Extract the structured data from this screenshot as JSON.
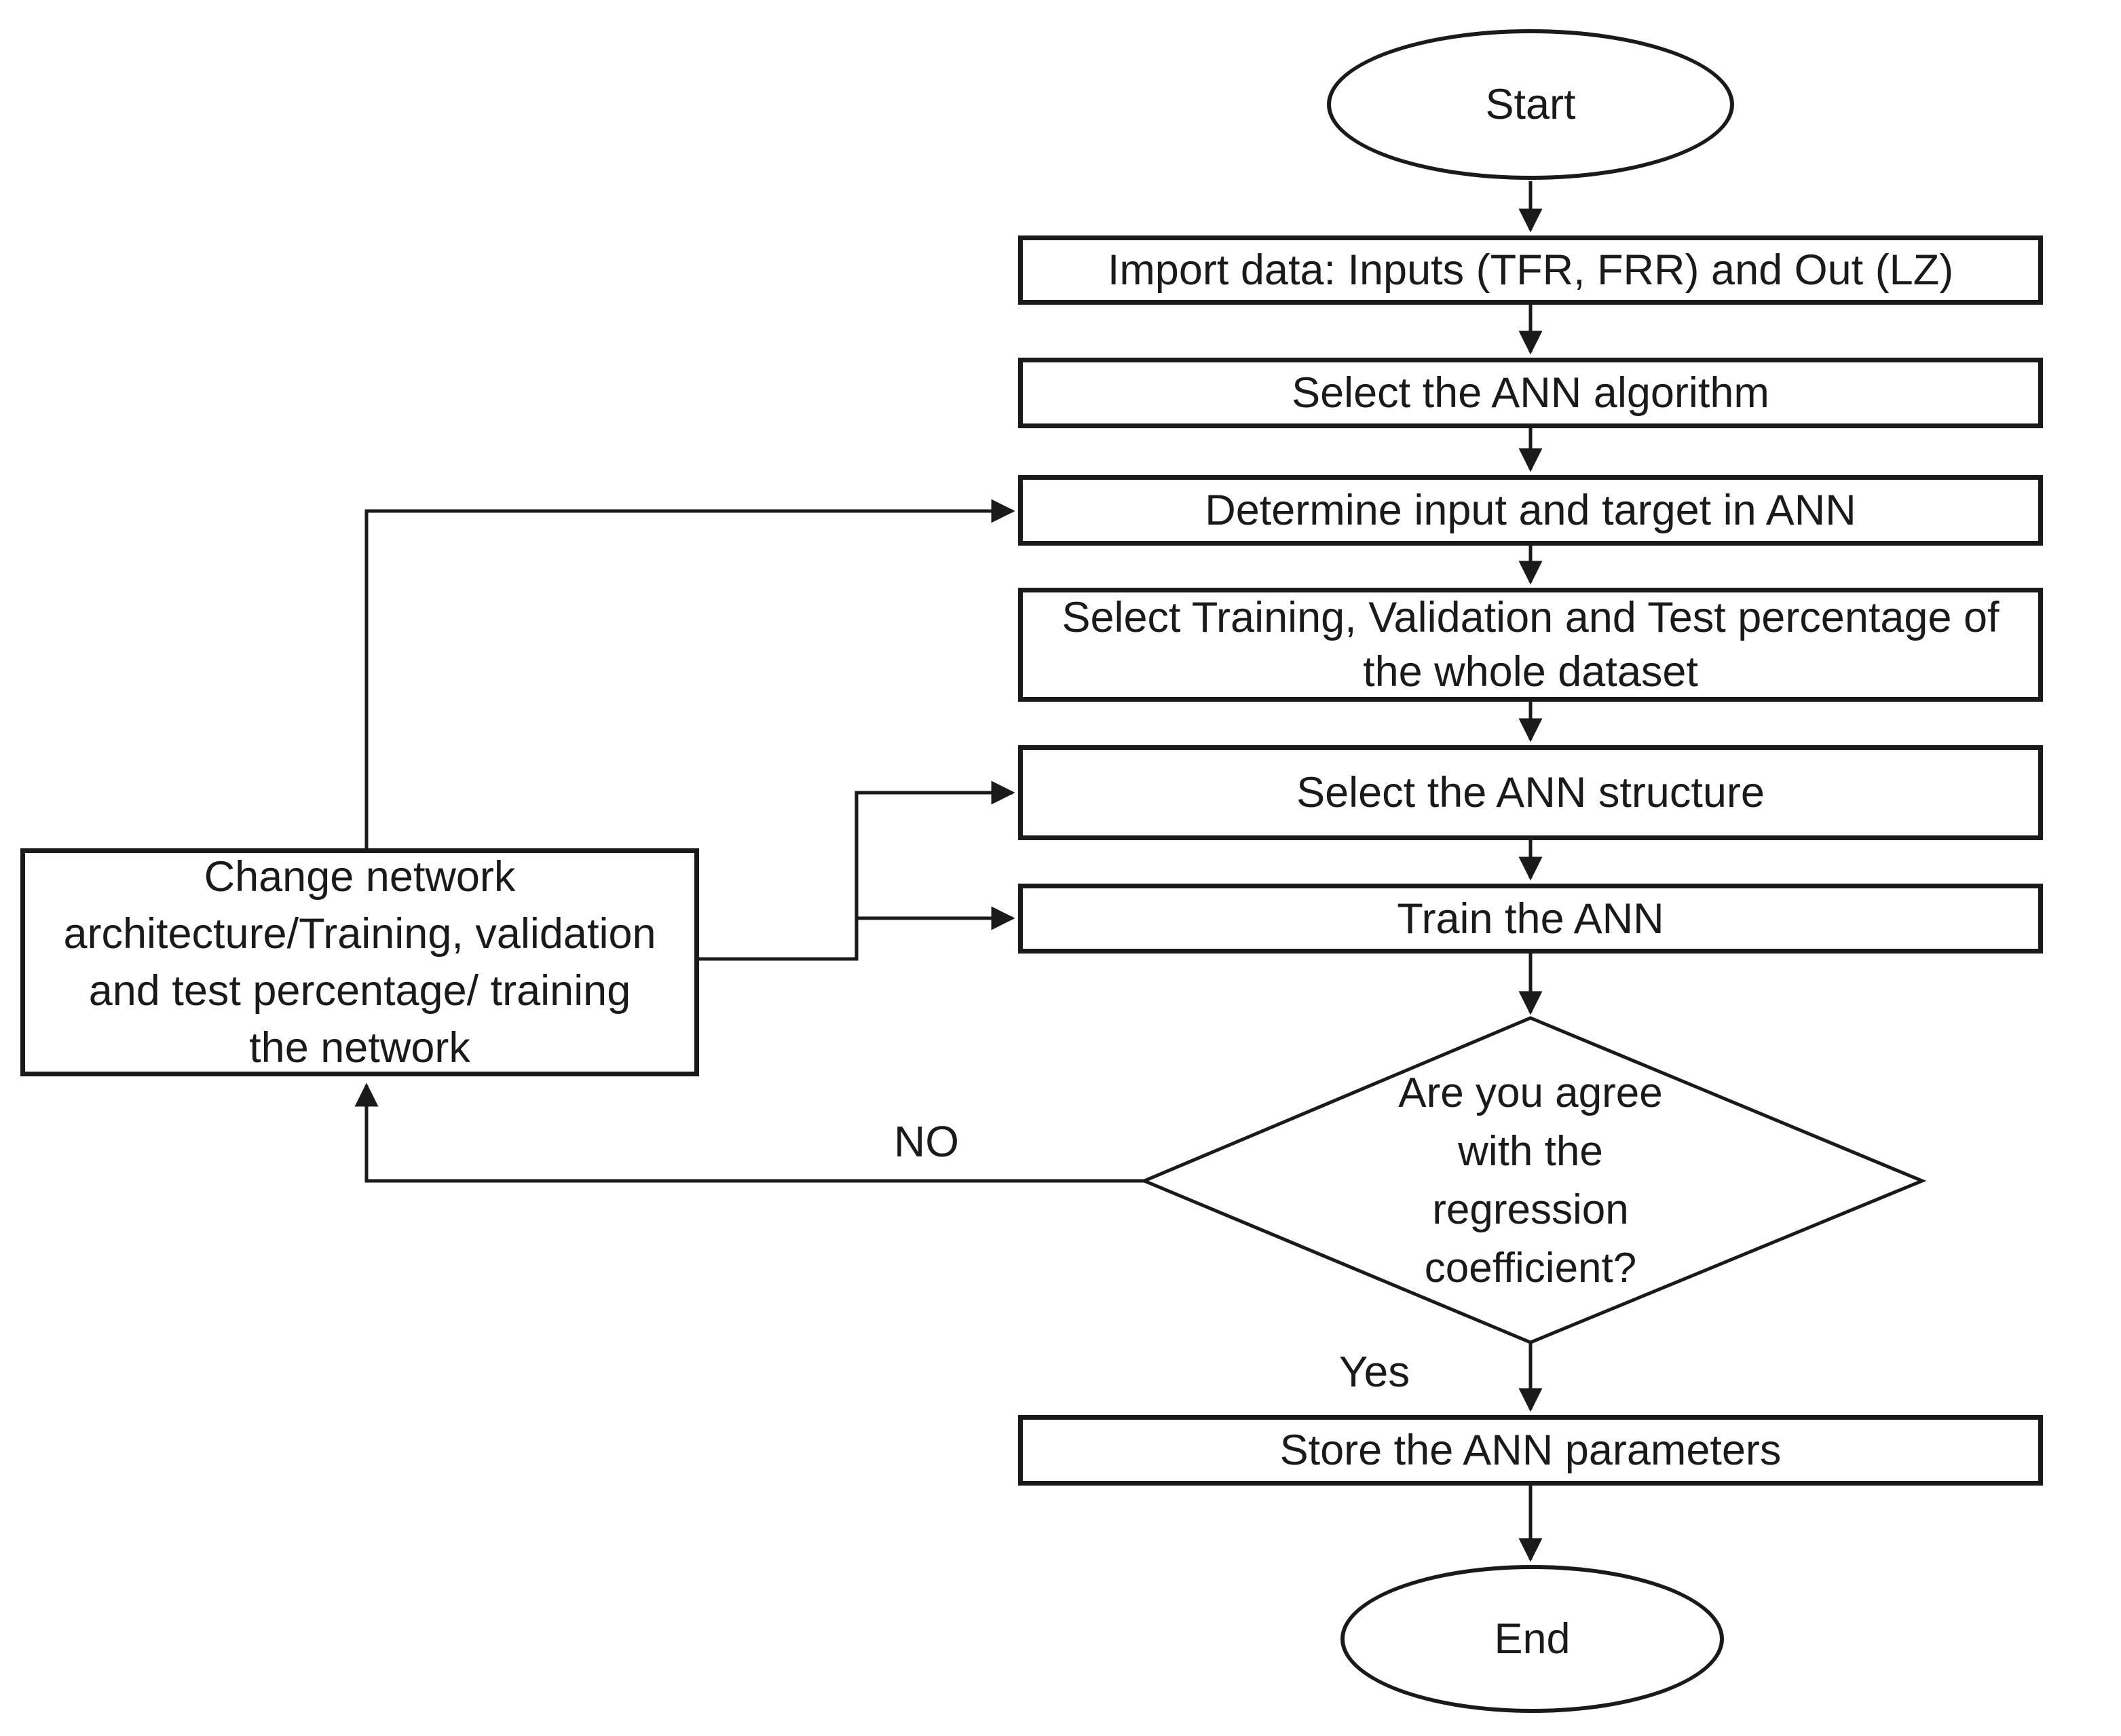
{
  "flowchart": {
    "colors": {
      "stroke": "#1a1a1a",
      "text": "#1a1a1a",
      "node-background": "#ffffff"
    },
    "nodes": {
      "start": "Start",
      "import_data": "Import data: Inputs (TFR, FRR) and Out (LZ)",
      "select_algorithm": "Select the ANN algorithm",
      "determine_input_target": "Determine input and target in ANN",
      "select_percentage": [
        "Select Training, Validation and Test percentage of",
        "the whole dataset"
      ],
      "select_structure": "Select the ANN structure",
      "train_ann": "Train the ANN",
      "decision": [
        "Are you agree",
        "with the",
        "regression",
        "coefficient?"
      ],
      "change_network": [
        "Change network",
        "architecture/Training, validation",
        "and test percentage/ training",
        "the network"
      ],
      "store_parameters": "Store the ANN parameters",
      "end": "End"
    },
    "edge_labels": {
      "no": "NO",
      "yes": "Yes"
    }
  }
}
